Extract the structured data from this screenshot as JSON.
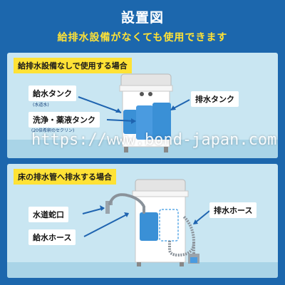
{
  "header": {
    "title": "設置図",
    "subtitle": "給排水設備がなくても使用できます"
  },
  "panel_top": {
    "banner": "給排水設備なしで使用する場合",
    "labels": {
      "supply_tank": "給水タンク",
      "supply_tank_note": "(水道水)",
      "wash_tank": "洗浄・薬液タンク",
      "wash_tank_note": "(20倍希釈のセクリン)",
      "drain_tank": "排水タンク"
    }
  },
  "panel_bottom": {
    "banner": "床の排水管へ排水する場合",
    "labels": {
      "faucet": "水道蛇口",
      "supply_hose": "給水ホース",
      "drain_hose": "排水ホース"
    }
  },
  "watermark": "https://www.bond-japan.com",
  "colors": {
    "background": "#1c67ad",
    "panel": "#c9e6f2",
    "floor": "#a9d4e7",
    "banner": "#ffe236",
    "subtitle": "#ffe236",
    "tank": "#3a90d6",
    "arrow": "#1f64b0"
  }
}
